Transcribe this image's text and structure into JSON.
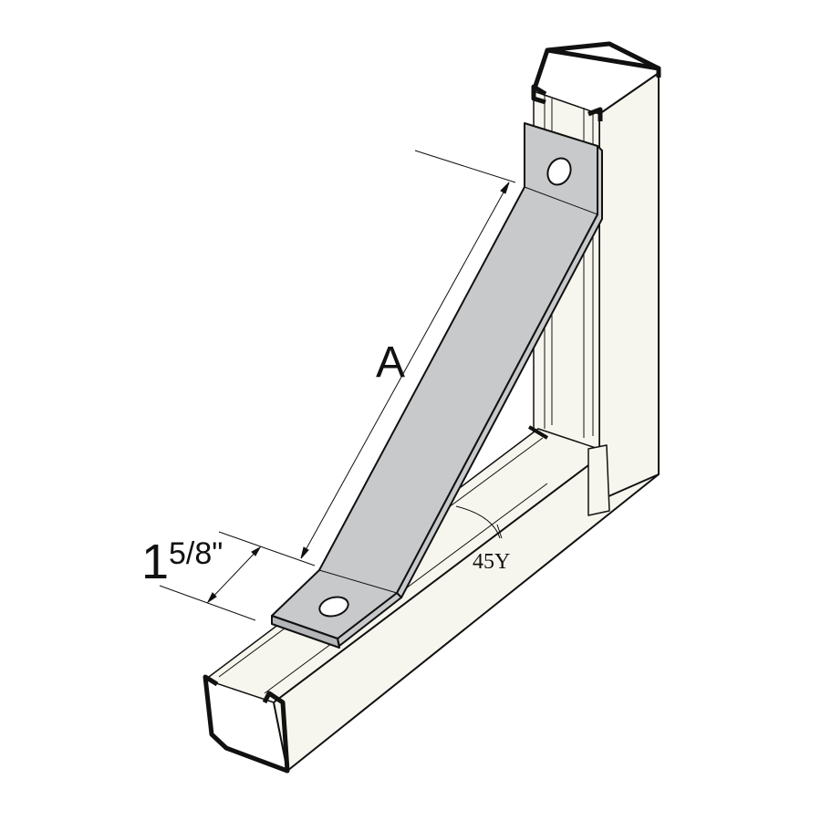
{
  "labels": {
    "length": "A",
    "width_whole": "1",
    "width_fraction": "5/8\"",
    "angle": "45Υ"
  },
  "colors": {
    "channel_fill": "#f7f6ee",
    "bracket_fill": "#c8c9cb",
    "outline": "#111111"
  }
}
